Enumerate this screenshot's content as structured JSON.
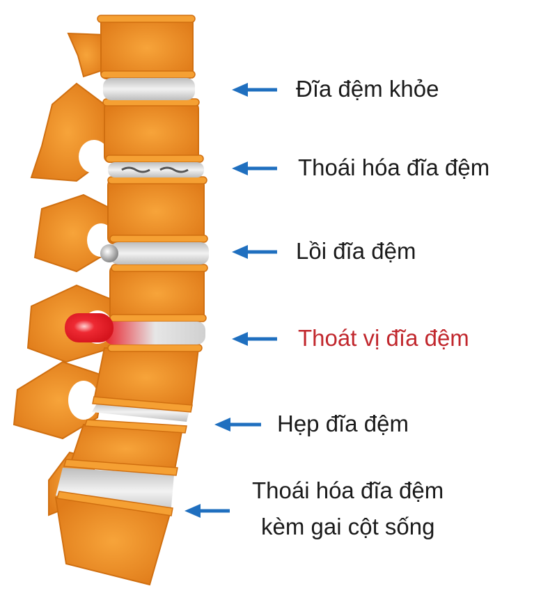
{
  "labels": [
    {
      "text": "Đĩa đệm khỏe"
    },
    {
      "text": "Thoái hóa đĩa đệm"
    },
    {
      "text": "Lồi đĩa đệm"
    },
    {
      "text": "Thoát vị đĩa đệm"
    },
    {
      "text": "Hẹp đĩa đệm"
    },
    {
      "text": "Thoái hóa đĩa đệm",
      "text2": "kèm gai cột sống"
    }
  ],
  "colors": {
    "arrow": "#1f6fbf",
    "highlight": "#c1272d",
    "bone": "#f0922a",
    "disc": "#d9d9d9",
    "herniation": "#e8202a"
  }
}
